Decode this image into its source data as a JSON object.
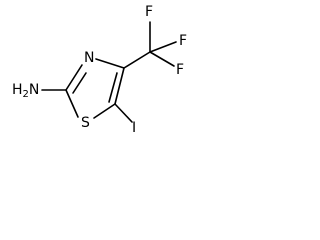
{
  "molecule": {
    "atoms": {
      "amine": {
        "main": "H",
        "sub": "2",
        "tail": "N"
      },
      "ring_n": "N",
      "ring_s": "S",
      "iodine": "I",
      "f_top": "F",
      "f_right": "F",
      "f_bottom": "F"
    },
    "bond_color": "#000000"
  }
}
